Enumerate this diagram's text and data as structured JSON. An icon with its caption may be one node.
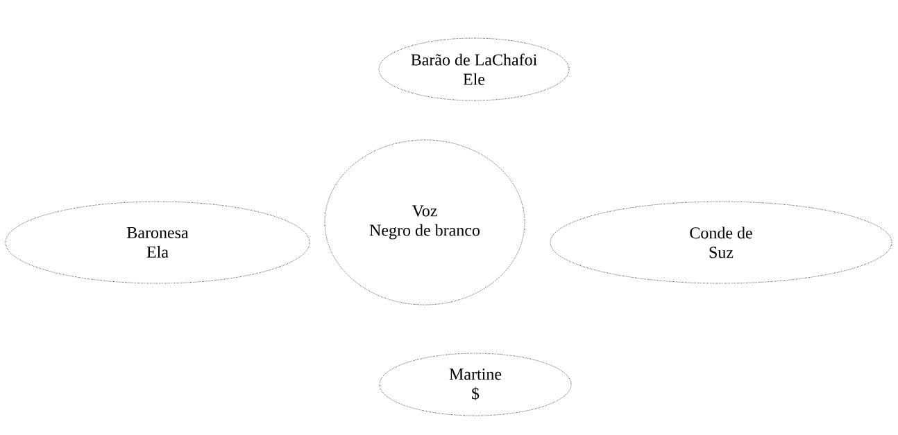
{
  "diagram": {
    "nodes": [
      {
        "text": [
          "Barão de LaChafoi",
          "Ele"
        ]
      },
      {
        "text": [
          "Baronesa",
          "Ela"
        ]
      },
      {
        "text": [
          "Voz",
          "Negro de branco"
        ]
      },
      {
        "text": [
          "Conde de",
          "Suz"
        ]
      },
      {
        "text": [
          "Martine",
          "$"
        ]
      }
    ]
  }
}
